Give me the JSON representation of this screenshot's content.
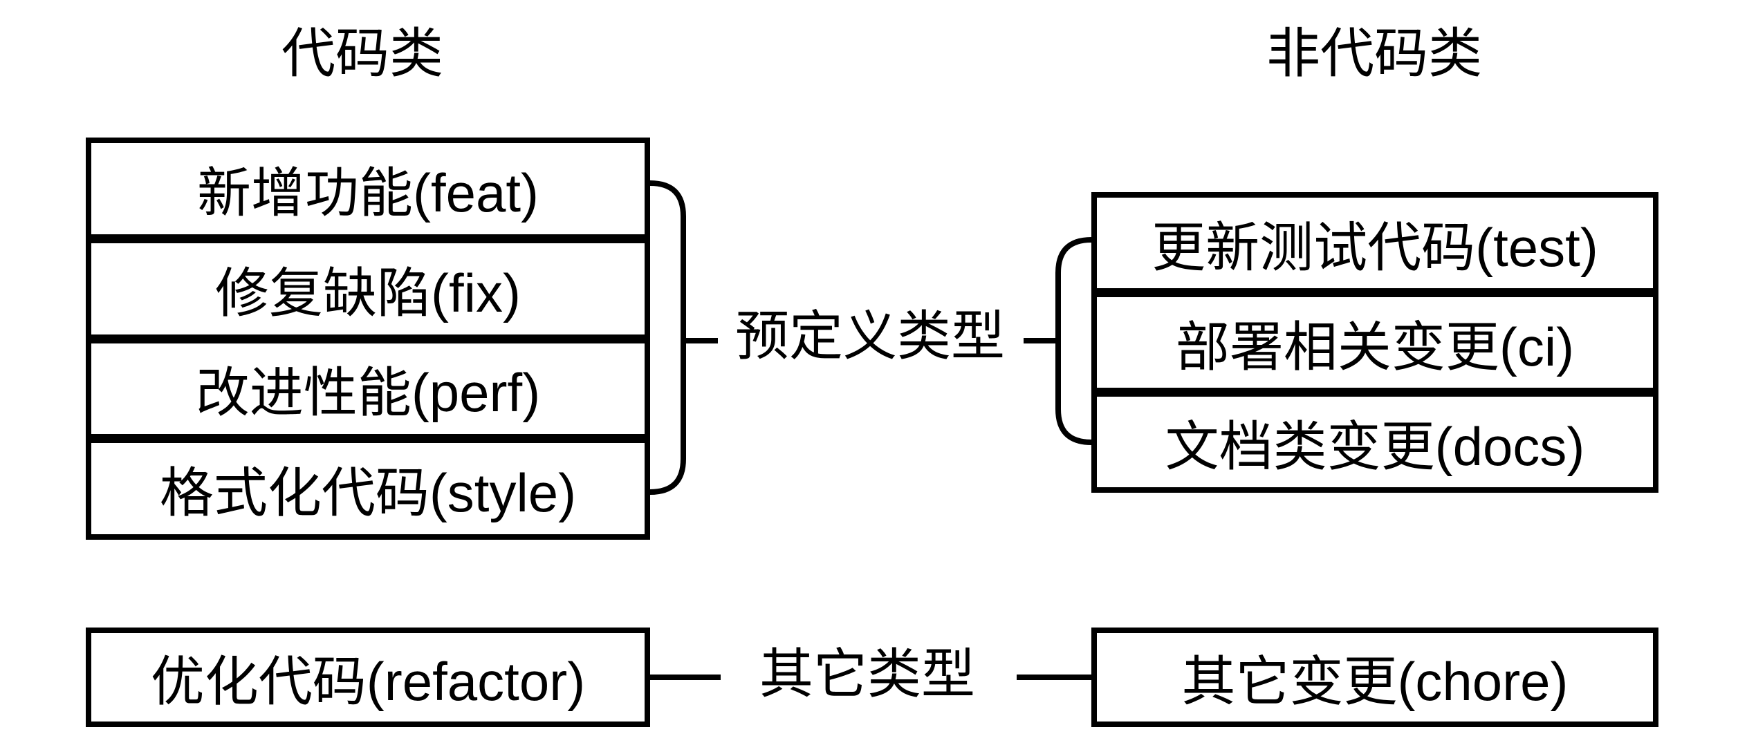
{
  "canvas": {
    "background": "#ffffff",
    "stroke_color": "#000000"
  },
  "headers": {
    "left": "代码类",
    "right": "非代码类"
  },
  "groups": {
    "predefined": {
      "label": "预定义类型",
      "code_items": [
        "新增功能(feat)",
        "修复缺陷(fix)",
        "改进性能(perf)",
        "格式化代码(style)"
      ],
      "noncode_items": [
        "更新测试代码(test)",
        "部署相关变更(ci)",
        "文档类变更(docs)"
      ]
    },
    "other": {
      "label": "其它类型",
      "code_items": [
        "优化代码(refactor)"
      ],
      "noncode_items": [
        "其它变更(chore)"
      ]
    }
  }
}
